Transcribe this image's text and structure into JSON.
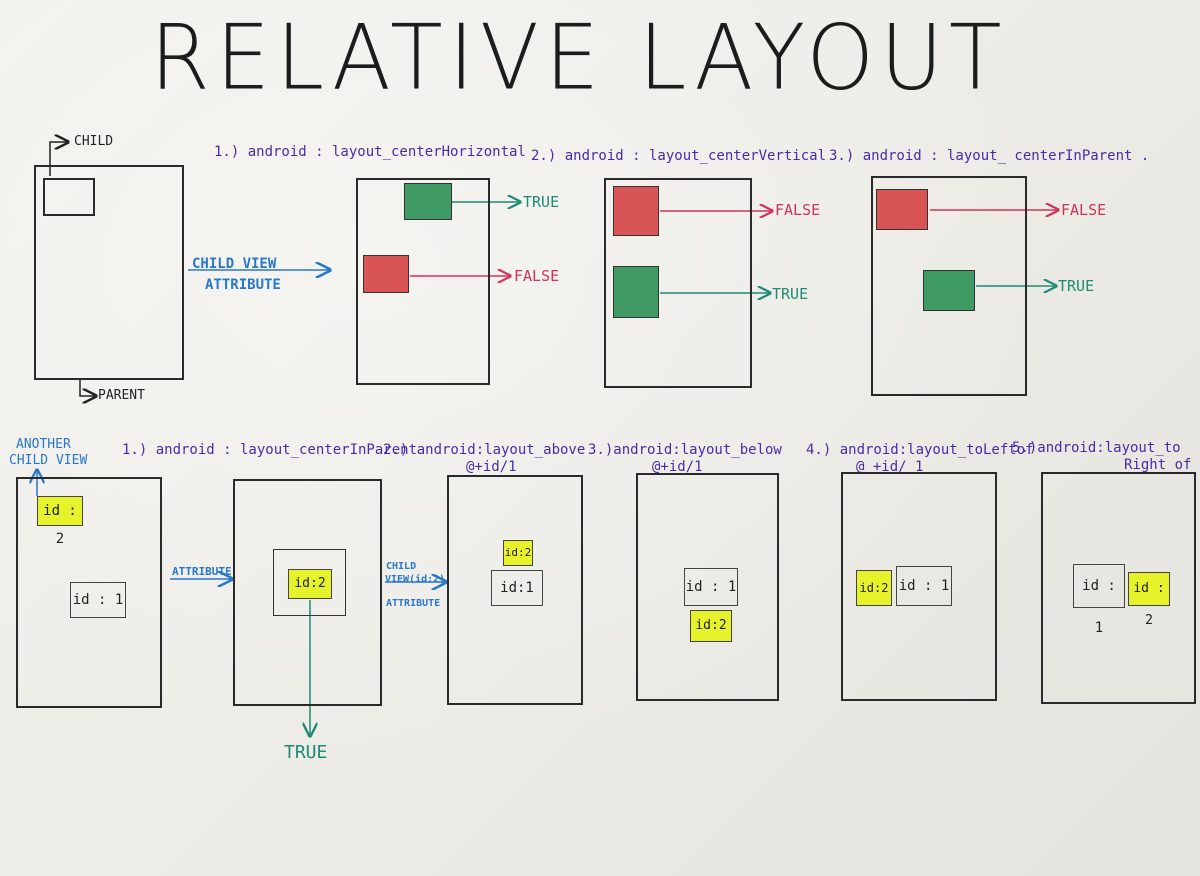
{
  "title": "RELATIVE LAYOUT",
  "top": {
    "child_label": "CHILD",
    "parent_label": "PARENT",
    "child_view_attr": [
      "CHILD VIEW",
      "ATTRIBUTE"
    ],
    "examples": [
      {
        "label": "1.) android : layout_centerHorizontal",
        "first_result": "TRUE",
        "second_result": "FALSE"
      },
      {
        "label": "2.) android : layout_centerVertical",
        "first_result": "FALSE",
        "second_result": "TRUE"
      },
      {
        "label": "3.) android : layout_ centerInParent .",
        "first_result": "FALSE",
        "second_result": "TRUE"
      }
    ]
  },
  "bottom": {
    "another_child_view": [
      "ANOTHER",
      "CHILD VIEW"
    ],
    "attribute_label": "ATTRIBUTE",
    "child_view_id_attr": [
      "CHILD",
      "VIEW(id:2)",
      "ATTRIBUTE"
    ],
    "true_label": "TRUE",
    "id1": "id : 1",
    "id2": "id : 2",
    "id1_small": "id:1",
    "id2_small": "id:2",
    "examples": [
      {
        "label": "1.) android : layout_centerInParent",
        "sub": ""
      },
      {
        "label": "2.) android:layout_above",
        "sub": "@+id/1"
      },
      {
        "label": "3.)android:layout_below",
        "sub": "@+id/1"
      },
      {
        "label": "4.) android:layout_toLeftof",
        "sub": "@ +id/ 1"
      },
      {
        "label": "5.)android:layout_to",
        "sub": "Right of"
      }
    ]
  },
  "colors": {
    "green": "#3f9a63",
    "red": "#d95454",
    "yellow": "#e6f22a",
    "blue_ink": "#2a78c9",
    "purple_ink": "#4b2aa8",
    "teal_ink": "#1f8a75",
    "red_ink": "#d0345a"
  }
}
